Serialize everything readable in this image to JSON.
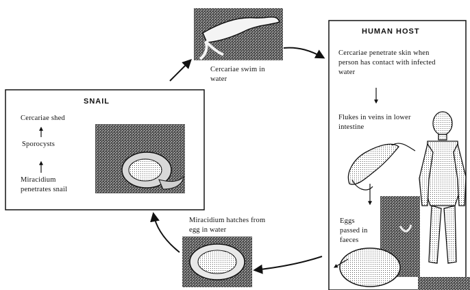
{
  "snail": {
    "title": "SNAIL",
    "stages": [
      "Cercariae shed",
      "Sporocysts",
      "Miracidium penetrates snail"
    ]
  },
  "cycle": {
    "cercariae_label": "Cercariae swim in water",
    "miracidium_label": "Miracidium hatches from egg in water"
  },
  "human": {
    "title": "HUMAN HOST",
    "step1": "Cercariae penetrate skin when person has contact with infected water",
    "step2": "Flukes in veins in lower intestine",
    "step3": "Eggs passed in faeces"
  }
}
